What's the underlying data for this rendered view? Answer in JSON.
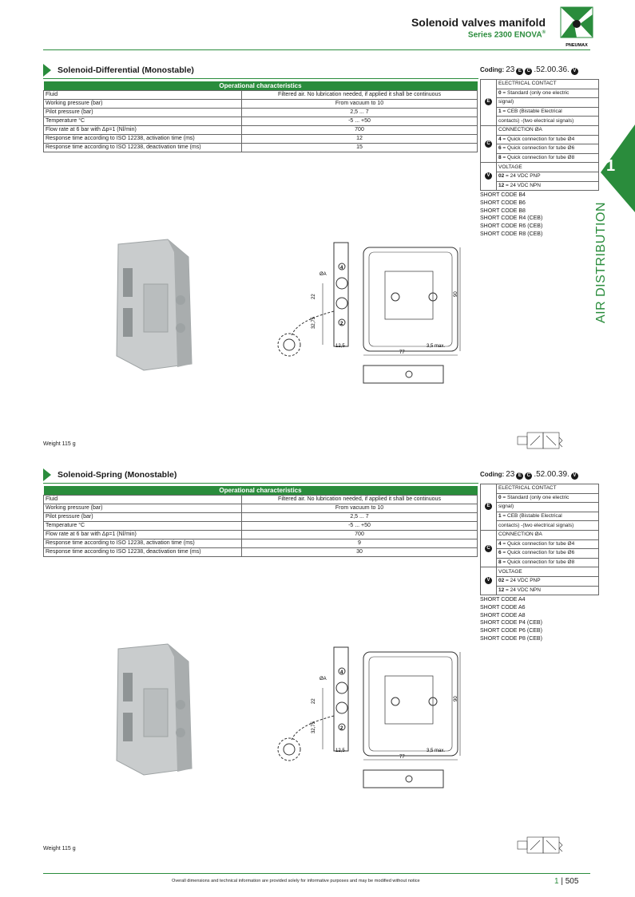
{
  "header": {
    "title": "Solenoid valves manifold",
    "series": "Series 2300 ENOVA",
    "series_mark": "®",
    "logo_text": "PNEUMAX"
  },
  "sidebar": {
    "chapter": "1",
    "label": "AIR DISTRIBUTION"
  },
  "sections": [
    {
      "title": "Solenoid-Differential (Monostable)",
      "table_title": "Operational characteristics",
      "rows": [
        {
          "label": "Fluid",
          "value": "Filtered air. No lubrication needed, if applied it shall be continuous"
        },
        {
          "label": "Working pressure (bar)",
          "value": "From vacuum to 10"
        },
        {
          "label": "Pilot pressure (bar)",
          "value": "2,5 ... 7"
        },
        {
          "label": "Temperature °C",
          "value": "-5 ... +50"
        },
        {
          "label": "Flow rate at 6 bar with Δp=1 (Nl/min)",
          "value": "700"
        },
        {
          "label": "Response time according to ISO 12238, activation time (ms)",
          "value": "12"
        },
        {
          "label": "Response time according to ISO 12238, deactivation time (ms)",
          "value": "15"
        }
      ],
      "coding_label": "Coding:",
      "coding_prefix": "23",
      "coding_suffix": ".52.00.36.",
      "coding_e": "E",
      "coding_c": "C",
      "coding_v": "V",
      "electrical_header": "ELECTRICAL CONTACT",
      "electrical": [
        {
          "code": "0",
          "text": " = Standard (only one electric"
        },
        {
          "code": "",
          "text": "signal)"
        },
        {
          "code": "1",
          "text": " = CEB (Bistable Electrical"
        },
        {
          "code": "",
          "text": "contacts) -(two electrical signals)"
        }
      ],
      "connection_header": "CONNECTION ØA",
      "connection": [
        {
          "code": "4",
          "text": " = Quick connection for tube Ø4"
        },
        {
          "code": "6",
          "text": " = Quick connection for tube Ø6"
        },
        {
          "code": "8",
          "text": " = Quick connection for tube Ø8"
        }
      ],
      "voltage_header": "VOLTAGE",
      "voltage": [
        {
          "code": "02",
          "text": " = 24 VDC PNP"
        },
        {
          "code": "12",
          "text": " = 24 VDC NPN"
        }
      ],
      "short_codes": [
        "SHORT CODE B4",
        "SHORT CODE B6",
        "SHORT CODE B8",
        "SHORT CODE R4 (CEB)",
        "SHORT CODE R6 (CEB)",
        "SHORT CODE R8 (CEB)"
      ],
      "weight": "Weight 115 g",
      "dims": {
        "a": "ØA",
        "d22": "22",
        "d3275": "32,75",
        "d125": "12,5",
        "d35": "3,5 max.",
        "d77": "77",
        "d90": "90",
        "p4": "4",
        "p2": "2"
      }
    },
    {
      "title": "Solenoid-Spring (Monostable)",
      "table_title": "Operational characteristics",
      "rows": [
        {
          "label": "Fluid",
          "value": "Filtered air. No lubrication needed, if applied it shall be continuous"
        },
        {
          "label": "Working pressure (bar)",
          "value": "From vacuum to 10"
        },
        {
          "label": "Pilot pressure (bar)",
          "value": "2,5 ... 7"
        },
        {
          "label": "Temperature °C",
          "value": "-5 ... +50"
        },
        {
          "label": "Flow rate at 6 bar with Δp=1 (Nl/min)",
          "value": "700"
        },
        {
          "label": "Response time according to ISO 12238, activation time (ms)",
          "value": "9"
        },
        {
          "label": "Response time according to ISO 12238, deactivation time (ms)",
          "value": "30"
        }
      ],
      "coding_label": "Coding:",
      "coding_prefix": "23",
      "coding_suffix": ".52.00.39.",
      "coding_e": "E",
      "coding_c": "C",
      "coding_v": "V",
      "electrical_header": "ELECTRICAL CONTACT",
      "electrical": [
        {
          "code": "0",
          "text": " = Standard (only one electric"
        },
        {
          "code": "",
          "text": "signal)"
        },
        {
          "code": "1",
          "text": " = CEB (Bistable Electrical"
        },
        {
          "code": "",
          "text": "contacts) -(two electrical signals)"
        }
      ],
      "connection_header": "CONNECTION ØA",
      "connection": [
        {
          "code": "4",
          "text": " = Quick connection for tube Ø4"
        },
        {
          "code": "6",
          "text": " = Quick connection for tube Ø6"
        },
        {
          "code": "8",
          "text": " = Quick connection for tube Ø8"
        }
      ],
      "voltage_header": "VOLTAGE",
      "voltage": [
        {
          "code": "02",
          "text": " = 24 VDC PNP"
        },
        {
          "code": "12",
          "text": " = 24 VDC NPN"
        }
      ],
      "short_codes": [
        "SHORT CODE A4",
        "SHORT CODE A6",
        "SHORT CODE A8",
        "SHORT CODE P4 (CEB)",
        "SHORT CODE P6 (CEB)",
        "SHORT CODE P8 (CEB)"
      ],
      "weight": "Weight 115 g",
      "dims": {
        "a": "ØA",
        "d22": "22",
        "d3275": "32,75",
        "d125": "12,5",
        "d35": "3,5 max.",
        "d77": "77",
        "d90": "90",
        "p4": "4",
        "p2": "2"
      }
    }
  ],
  "footer": {
    "note": "Overall dimensions and technical information are provided solely for informative purposes and may be modified without notice",
    "chapter": "1",
    "separator": "|",
    "page": "505"
  },
  "colors": {
    "accent": "#2a8c3c",
    "text": "#1a1a1a"
  }
}
